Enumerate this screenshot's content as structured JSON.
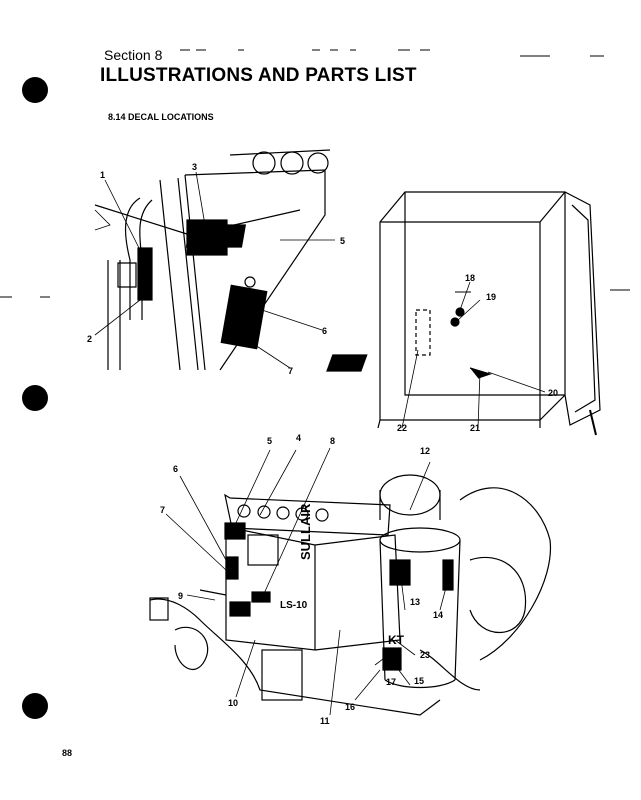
{
  "header": {
    "section": "Section 8",
    "title": "ILLUSTRATIONS AND PARTS LIST",
    "subtitle": "8.14 DECAL LOCATIONS"
  },
  "figure_top_left": {
    "callouts": [
      "1",
      "2",
      "3",
      "5",
      "6",
      "7"
    ]
  },
  "figure_top_right": {
    "callouts": [
      "18",
      "19",
      "20",
      "21",
      "22"
    ]
  },
  "figure_bottom": {
    "callouts": [
      "5",
      "4",
      "8",
      "12",
      "6",
      "7",
      "9",
      "13",
      "14",
      "23",
      "15",
      "17",
      "16",
      "11",
      "10"
    ],
    "decal_text": {
      "brand": "SULLAIR",
      "model": "LS-10",
      "kt": "KT"
    }
  },
  "footer": {
    "page_number": "88"
  }
}
